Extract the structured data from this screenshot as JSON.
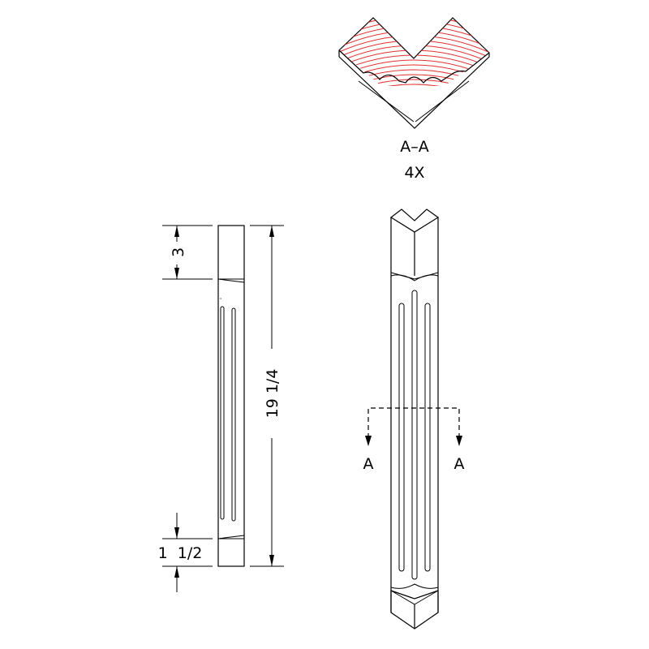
{
  "section_view": {
    "label": "A–A",
    "scale": "4X"
  },
  "dimensions": {
    "top_block": "3",
    "overall_length": "19 1/4",
    "bottom_block": "1  1/2"
  },
  "cut_markers": {
    "left": "A",
    "right": "A"
  },
  "colors": {
    "grain": "#e03030",
    "line": "#000000"
  }
}
